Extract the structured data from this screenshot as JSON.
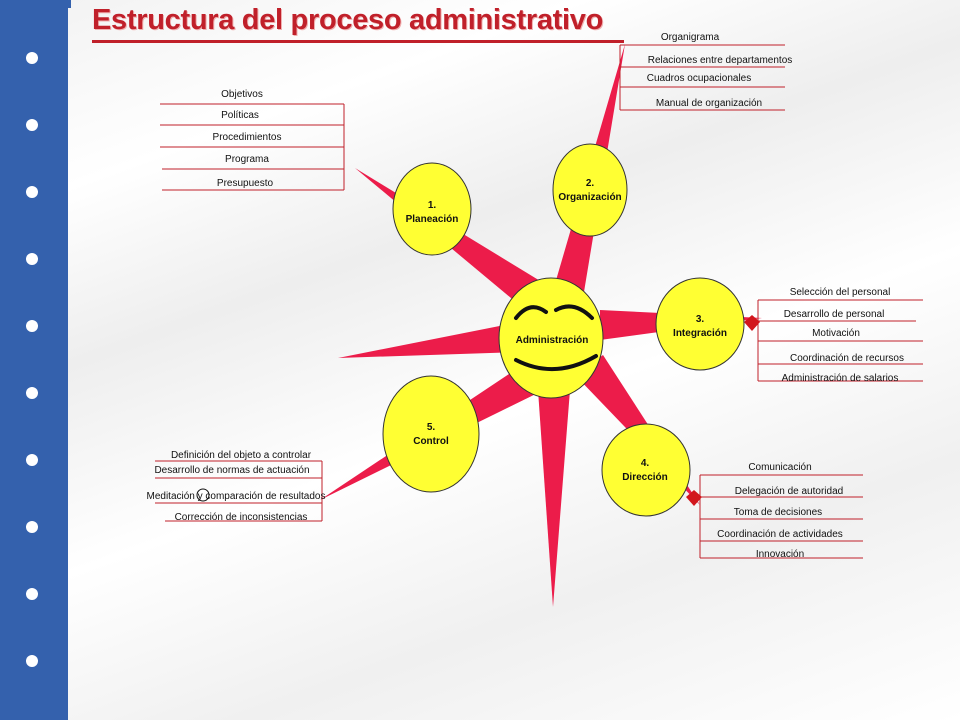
{
  "title": "Estructura del proceso administrativo",
  "colors": {
    "sidebar": "#3461ad",
    "title": "#c0202a",
    "node_fill": "#ffff33",
    "ray": "#ec1c4a",
    "line": "#c0202a"
  },
  "center": {
    "label": "Administración"
  },
  "nodes": [
    {
      "number": "1.",
      "label": "Planeación"
    },
    {
      "number": "2.",
      "label": "Organización"
    },
    {
      "number": "3.",
      "label": "Integración"
    },
    {
      "number": "4.",
      "label": "Dirección"
    },
    {
      "number": "5.",
      "label": "Control"
    }
  ],
  "lists": {
    "planeacion": [
      "Objetivos",
      "Políticas",
      "Procedimientos",
      "Programa",
      "Presupuesto"
    ],
    "organizacion": [
      "Organigrama",
      "Relaciones entre departamentos",
      "Cuadros ocupacionales",
      "Manual de organización"
    ],
    "integracion": [
      "Selección del personal",
      "Desarrollo de personal",
      "Motivación",
      "Coordinación de recursos",
      "Administración de salarios"
    ],
    "direccion": [
      "Comunicación",
      "Delegación de autoridad",
      "Toma de decisiones",
      "Coordinación de actividades",
      "Innovación"
    ],
    "control": [
      "Definición del objeto a controlar",
      "Desarrollo de normas de actuación",
      "Meditación y comparación de resultados",
      "Corrección de inconsistencias"
    ]
  }
}
